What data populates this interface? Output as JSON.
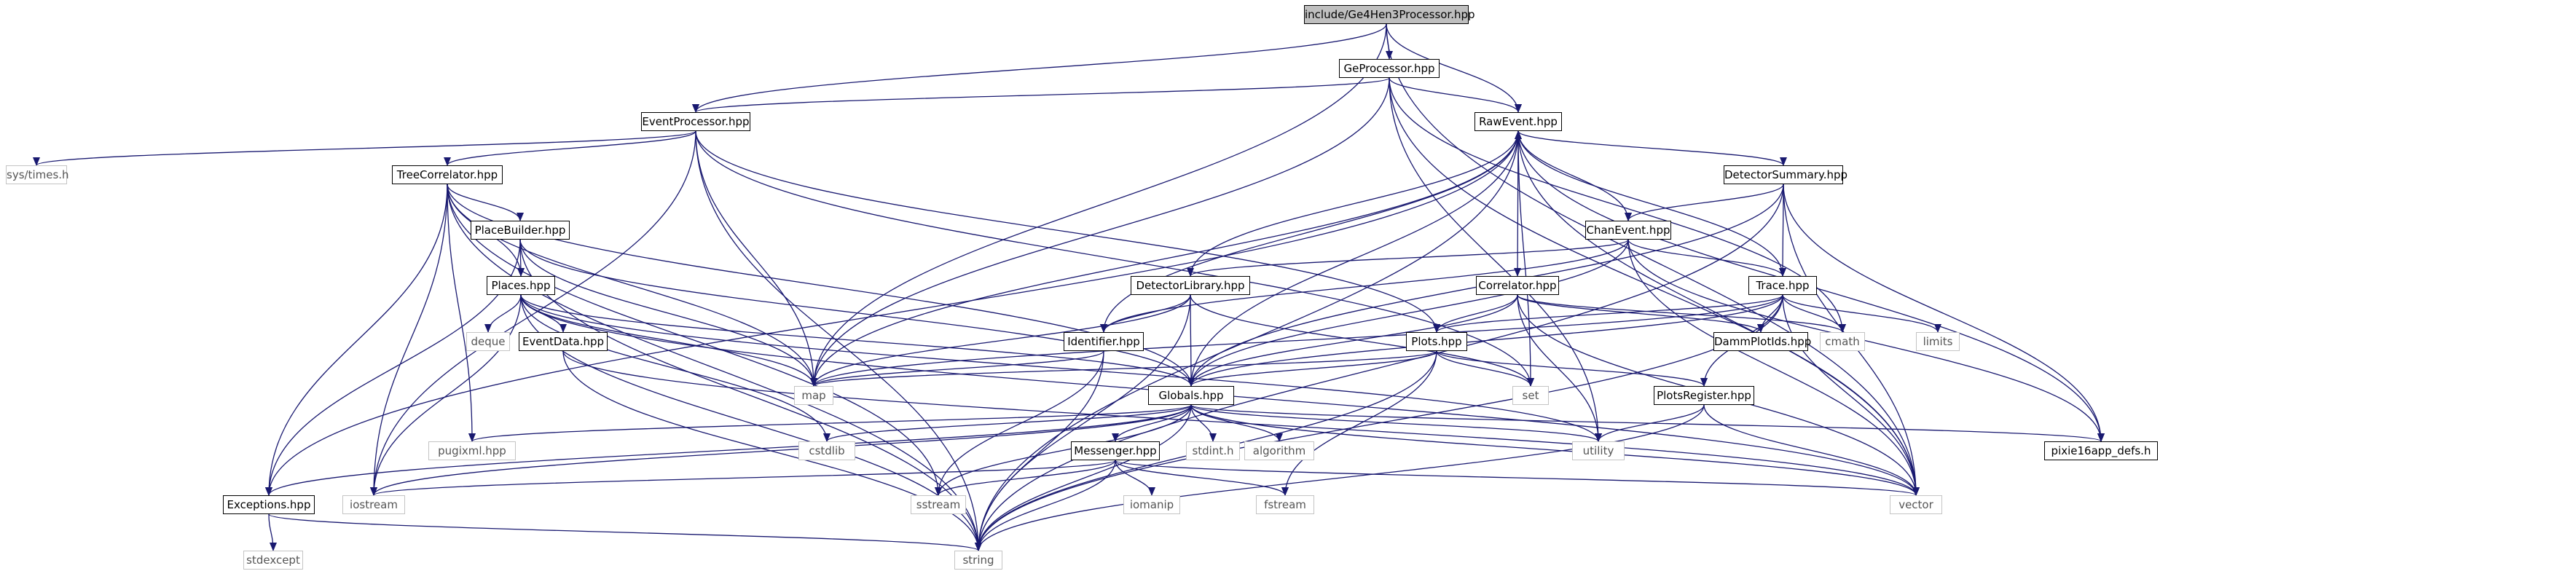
{
  "colors": {
    "edge": "#191970",
    "root_fill": "#bfbfbf",
    "system_border": "#c4c4c4"
  },
  "nodes": {
    "root": "include/Ge4Hen3Processor.hpp",
    "geproc": "GeProcessor.hpp",
    "eventproc": "EventProcessor.hpp",
    "rawevent": "RawEvent.hpp",
    "systimes": "sys/times.h",
    "treecorr": "TreeCorrelator.hpp",
    "detsum": "DetectorSummary.hpp",
    "placebuilder": "PlaceBuilder.hpp",
    "chanevent": "ChanEvent.hpp",
    "places": "Places.hpp",
    "correlator": "Correlator.hpp",
    "trace": "Trace.hpp",
    "detlib": "DetectorLibrary.hpp",
    "deque": "deque",
    "eventdata": "EventData.hpp",
    "identifier": "Identifier.hpp",
    "plots": "Plots.hpp",
    "dammplotids": "DammPlotIds.hpp",
    "cmath": "cmath",
    "limits": "limits",
    "map": "map",
    "globals": "Globals.hpp",
    "set": "set",
    "plotsreg": "PlotsRegister.hpp",
    "pugixml": "pugixml.hpp",
    "cstdlib": "cstdlib",
    "stdinth": "stdint.h",
    "algorithm": "algorithm",
    "utility": "utility",
    "pixie": "pixie16app_defs.h",
    "messenger": "Messenger.hpp",
    "exceptions": "Exceptions.hpp",
    "iostream": "iostream",
    "sstream": "sstream",
    "iomanip": "iomanip",
    "fstream": "fstream",
    "vector": "vector",
    "stdexcept": "stdexcept",
    "string": "string"
  }
}
